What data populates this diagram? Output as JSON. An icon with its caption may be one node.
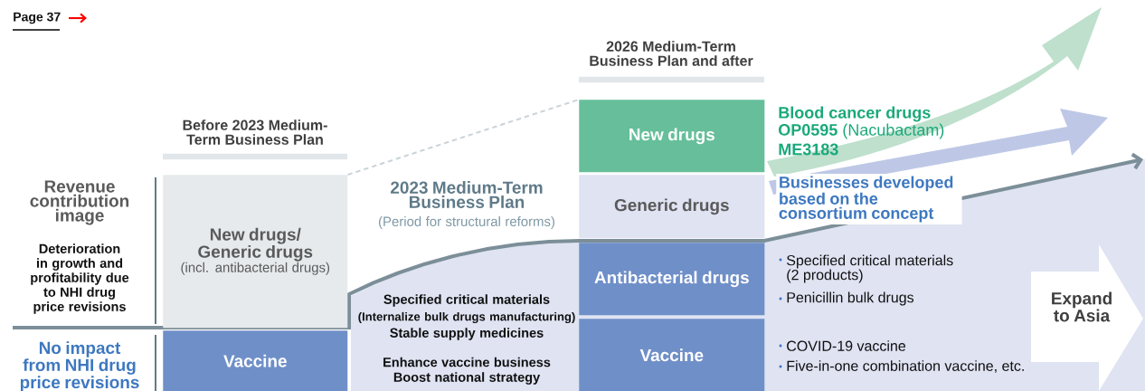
{
  "diagram": {
    "nodes": [
      {
        "text": [
          "New drugs/ Generic drugs",
          "(incl. antibacterial drugs)"
        ]
      },
      {
        "text": [
          "Vaccine"
        ]
      },
      {
        "text": [
          "New drugs"
        ]
      },
      {
        "text": [
          "Generic drugs"
        ]
      },
      {
        "text": [
          "Antibacterial drugs"
        ]
      },
      {
        "text": [
          "Vaccine"
        ]
      },
      {
        "text": [
          "Expand to Asia"
        ]
      }
    ],
    "edges": [
      {
        "from": 0,
        "to": 2,
        "arrow": "none",
        "style": "dashed"
      }
    ],
    "labels": [
      "Page 37",
      "Before 2023 Medium-Term Business Plan",
      "2026 Medium-Term Business Plan and after",
      "Revenue contribution image",
      "Deterioration in growth and profitability due to NHI drug price revisions",
      "No impact from NHI drug price revisions",
      "2023 Medium-Term Business Plan",
      "(Period for structural reforms)",
      "Specified critical materials",
      "(Internalize bulk drugs manufacturing)",
      "Stable supply medicines",
      "Enhance vaccine business",
      "Boost national strategy",
      "Blood cancer drugs",
      "**OP0595** (Nacubactam)",
      "ME3183",
      "Businesses developed based on the consortium concept",
      "Specified critical materials (2 products)",
      "Penicillin bulk drugs",
      "COVID-19 vaccine",
      "Five-in-one combination vaccine, etc."
    ]
  }
}
